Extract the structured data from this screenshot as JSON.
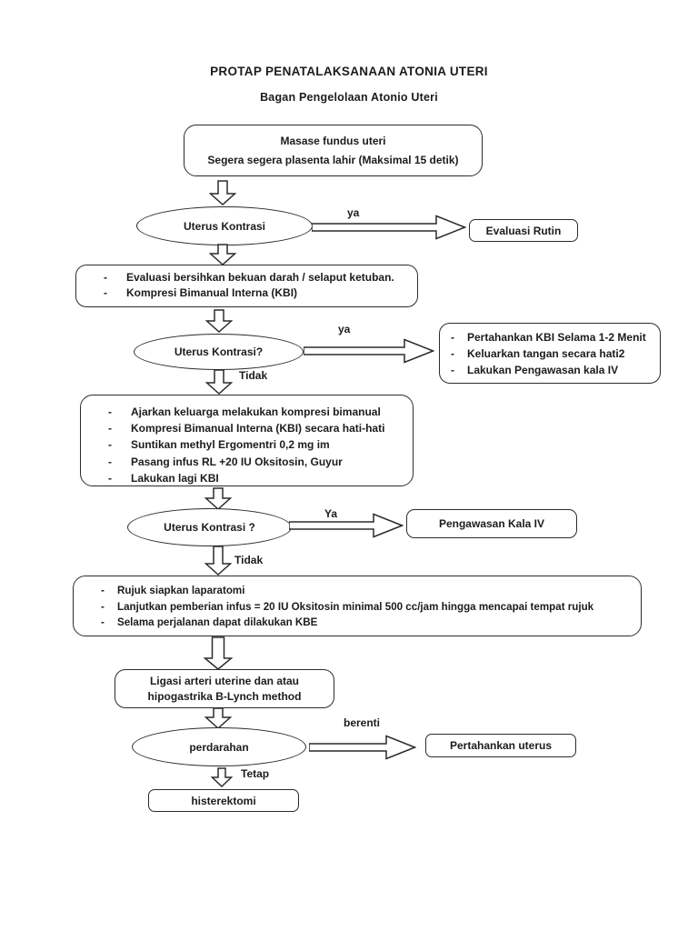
{
  "page": {
    "title": "PROTAP PENATALAKSANAAN ATONIA UTERI",
    "subtitle": "Bagan Pengelolaan Atonio Uteri"
  },
  "colors": {
    "ink": "#1c1c1c",
    "line": "#2b2b2b",
    "background": "#ffffff"
  },
  "list_marker": "-",
  "flow": {
    "start": {
      "line1": "Masase fundus uteri",
      "line2": "Segera segera  plasenta lahir (Maksimal 15 detik)"
    },
    "decision_1": {
      "question": "Uterus Kontrasi",
      "yes": "ya"
    },
    "evaluasi_rutin": {
      "label": "Evaluasi  Rutin"
    },
    "step_kbi": {
      "items": [
        "Evaluasi bersihkan bekuan darah / selaput ketuban.",
        "Kompresi Bimanual Interna (KBI)"
      ]
    },
    "decision_2": {
      "question": "Uterus Kontrasi?",
      "yes": "ya",
      "no": "Tidak"
    },
    "kbi_success": {
      "items": [
        "Pertahankan KBI Selama 1-2 Menit",
        "Keluarkan tangan secara hati2",
        "Lakukan Pengawasan kala IV"
      ]
    },
    "step_lanjut": {
      "items": [
        "Ajarkan keluarga melakukan kompresi bimanual",
        "Kompresi Bimanual Interna (KBI) secara hati-hati",
        "Suntikan methyl Ergomentri 0,2 mg im",
        "Pasang infus RL +20 IU Oksitosin, Guyur",
        "Lakukan lagi KBI"
      ]
    },
    "decision_3": {
      "question": "Uterus Kontrasi ?",
      "yes": "Ya",
      "no": "Tidak"
    },
    "pengawasan_kala_iv": {
      "label": "Pengawasan Kala IV"
    },
    "step_rujuk": {
      "items": [
        "Rujuk siapkan laparatomi",
        "Lanjutkan pemberian infus = 20 IU Oksitosin minimal 500 cc/jam hingga mencapai tempat rujuk",
        "Selama perjalanan dapat dilakukan KBE"
      ]
    },
    "ligasi": {
      "line1": "Ligasi arteri uterine dan atau",
      "line2": "hipogastrika B-Lynch method"
    },
    "decision_4": {
      "question": "perdarahan",
      "stop": "berenti",
      "continue": "Tetap"
    },
    "pertahankan_uterus": {
      "label": "Pertahankan uterus"
    },
    "histerektomi": {
      "label": "histerektomi"
    }
  }
}
